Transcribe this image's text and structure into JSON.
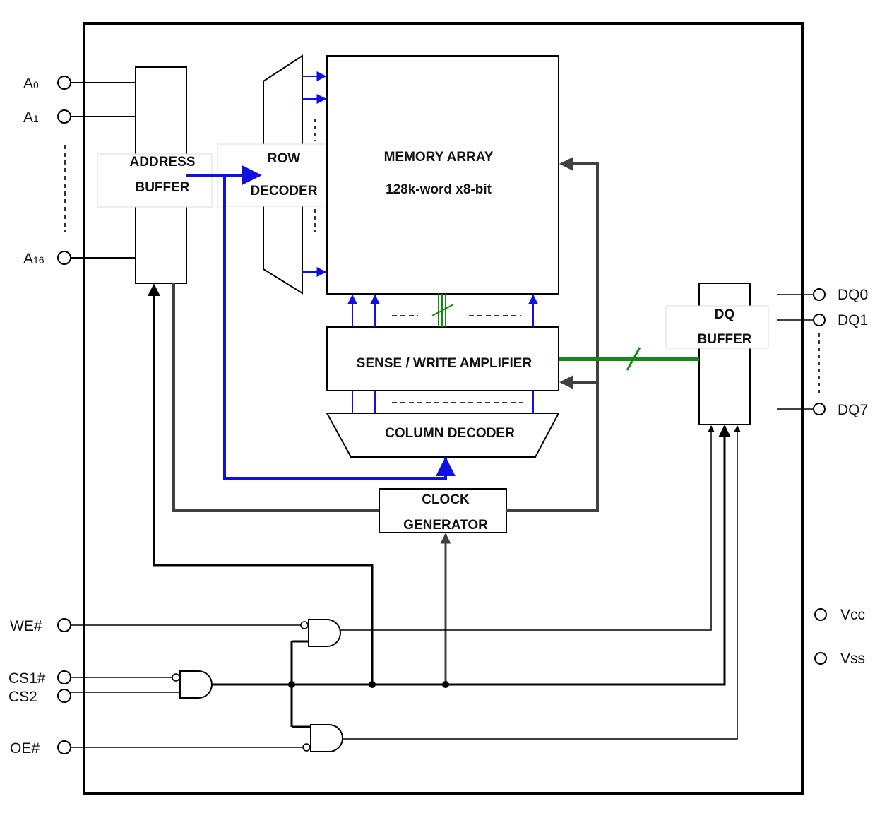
{
  "blocks": {
    "address_buffer": [
      "ADDRESS",
      "BUFFER"
    ],
    "row_decoder": [
      "ROW",
      "DECODER"
    ],
    "memory_array": [
      "MEMORY ARRAY",
      "128k-word x8-bit"
    ],
    "sense_amp": "SENSE / WRITE AMPLIFIER",
    "column_decoder": "COLUMN DECODER",
    "clock_generator": [
      "CLOCK",
      "GENERATOR"
    ],
    "dq_buffer": [
      "DQ",
      "BUFFER"
    ]
  },
  "pins_left": {
    "a0": {
      "base": "A",
      "sub": "0"
    },
    "a1": {
      "base": "A",
      "sub": "1"
    },
    "a16": {
      "base": "A",
      "sub": "16"
    },
    "we": "WE#",
    "cs1": "CS1#",
    "cs2": "CS2",
    "oe": "OE#"
  },
  "pins_right": {
    "dq0": "DQ0",
    "dq1": "DQ1",
    "dq7": "DQ7",
    "vcc": "Vcc",
    "vss": "Vss"
  },
  "colors": {
    "address_bus": "#1010e0",
    "data_bus": "#138a13",
    "control": "#404040",
    "wire": "#000000"
  }
}
